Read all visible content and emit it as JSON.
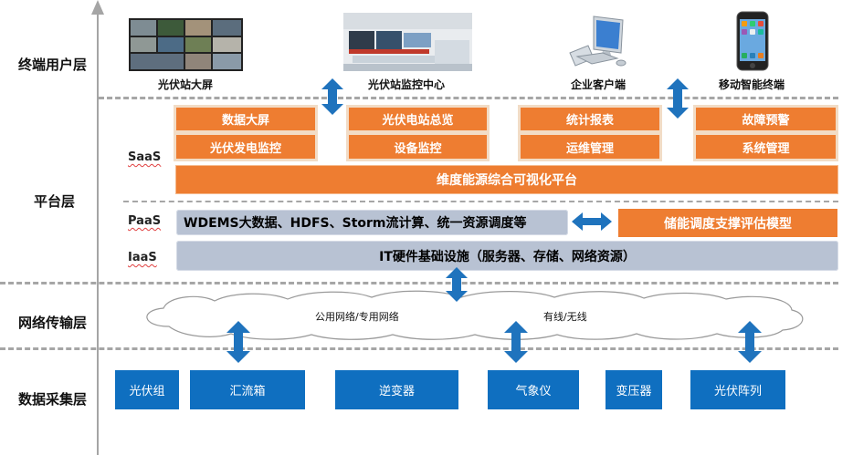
{
  "layers": {
    "terminal": "终端用户层",
    "platform": "平台层",
    "network": "网络传输层",
    "data": "数据采集层"
  },
  "sublayers": {
    "saas": "SaaS",
    "paas": "PaaS",
    "iaas": "IaaS"
  },
  "terminals": [
    {
      "label": "光伏站大屏",
      "icon": "video-wall-icon"
    },
    {
      "label": "光伏站监控中心",
      "icon": "control-room-icon"
    },
    {
      "label": "企业客户端",
      "icon": "desktop-computer-icon"
    },
    {
      "label": "移动智能终端",
      "icon": "smartphone-icon"
    }
  ],
  "saas_tiles": [
    "数据大屏",
    "光伏电站总览",
    "统计报表",
    "故障预警",
    "光伏发电监控",
    "设备监控",
    "运维管理",
    "系统管理"
  ],
  "platform_bar": "维度能源综合可视化平台",
  "paas_bar": "WDEMS大数据、HDFS、Storm流计算、统一资源调度等",
  "paas_model": "储能调度支撑评估模型",
  "iaas_bar": "IT硬件基础设施（服务器、存储、网络资源）",
  "network": {
    "left": "公用网络/专用网络",
    "right": "有线/无线"
  },
  "devices": [
    "光伏组",
    "汇流箱",
    "逆变器",
    "气象仪",
    "变压器",
    "光伏阵列"
  ],
  "colors": {
    "orange": "#ee7d31",
    "blue": "#0f6fc0",
    "grey_bar": "#b8c2d3",
    "arrow": "#1f73bd"
  }
}
